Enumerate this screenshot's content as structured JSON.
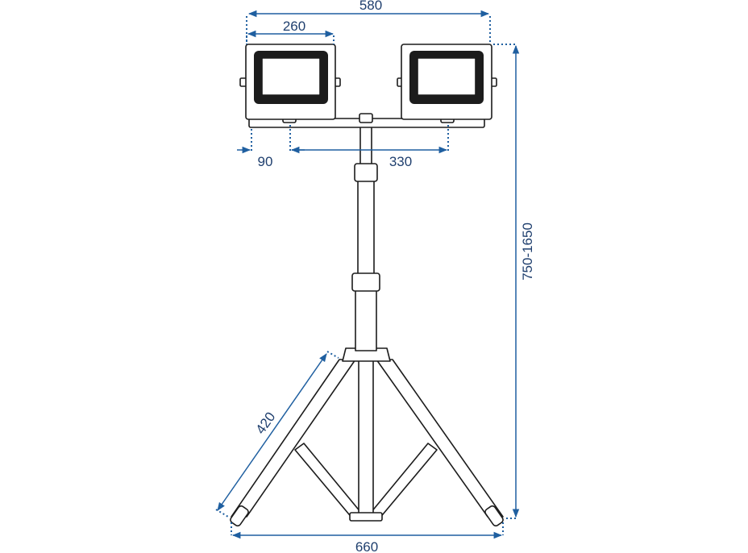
{
  "colors": {
    "dimension": "#1f5fa0",
    "dimension_text": "#1f3f6e",
    "outline": "#1c1c1c",
    "background": "#ffffff"
  },
  "dimensions": {
    "overall_width": "580",
    "lamp_width": "260",
    "side_offset": "90",
    "lamp_spacing": "330",
    "height_range": "750-1650",
    "leg_length": "420",
    "base_width": "660"
  }
}
